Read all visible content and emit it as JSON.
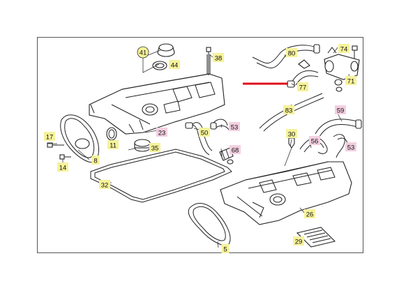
{
  "diagram": {
    "colors": {
      "label_yellow": "#f6f29a",
      "label_pink": "#f3cfe0",
      "highlight": "#e0101a"
    },
    "labels": {
      "l41": "41",
      "l44": "44",
      "l38": "38",
      "l80": "80",
      "l74": "74",
      "l77": "77",
      "l71": "71",
      "l83": "83",
      "l59": "59",
      "l23": "23",
      "l50": "50",
      "l53a": "53",
      "l11": "11",
      "l17": "17",
      "l35": "35",
      "l8": "8",
      "l14": "14",
      "l68": "68",
      "l30": "30",
      "l56": "56",
      "l53b": "53",
      "l32": "32",
      "l26": "26",
      "l29": "29",
      "l5": "5"
    },
    "highlighted_part": "77"
  }
}
